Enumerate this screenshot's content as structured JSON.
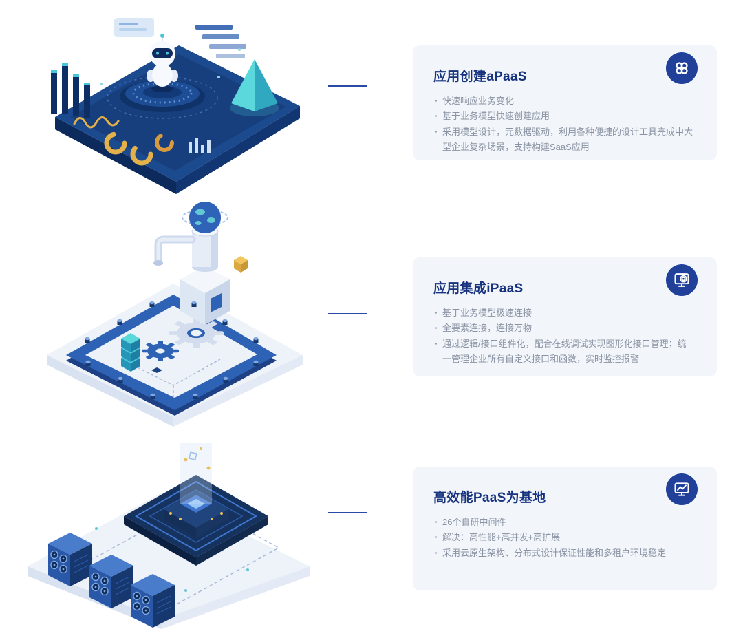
{
  "page": {
    "background": "#ffffff"
  },
  "colors": {
    "card_bg": "#f2f5f9",
    "title": "#17337f",
    "body_text": "#8a93a4",
    "badge_bg": "#20409a",
    "connector_line": "#2b4aa6",
    "illustration_navy": "#1c4a8e",
    "accent_teal": "#49c7d8",
    "accent_gold": "#e4b04a"
  },
  "sections": [
    {
      "id": "apaas",
      "title": "应用创建aPaaS",
      "icon": "quad-circles-icon",
      "illustration": "robot-dashboard",
      "bullets": [
        "快速响应业务变化",
        "基于业务模型快速创建应用",
        "采用模型设计，元数据驱动，利用各种便捷的设计工具完成中大型企业复杂场景，支持构建SaaS应用"
      ]
    },
    {
      "id": "ipaas",
      "title": "应用集成iPaaS",
      "icon": "screen-gear-icon",
      "illustration": "gears-platform",
      "bullets": [
        "基于业务模型极速连接",
        "全要素连接，连接万物",
        "通过逻辑/接口组件化，配合在线调试实现图形化接口管理；统一管理企业所有自定义接口和函数，实时监控报警"
      ]
    },
    {
      "id": "paas",
      "title": "高效能PaaS为基地",
      "icon": "monitor-chart-icon",
      "illustration": "server-platform",
      "bullets": [
        "26个自研中间件",
        "解决：高性能+高并发+高扩展",
        "采用云原生架构、分布式设计保证性能和多租户环境稳定"
      ]
    }
  ]
}
